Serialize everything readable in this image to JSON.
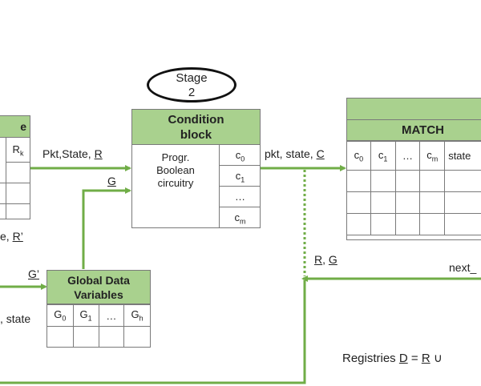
{
  "colors": {
    "accent": "#70ad47",
    "header_fill": "#a9d18e",
    "border": "#7a7a7a"
  },
  "stage": {
    "line1": "Stage",
    "line2": "2"
  },
  "condition_block": {
    "title_line1": "Condition",
    "title_line2": "block",
    "body_lines": [
      "Progr.",
      "Boolean",
      "circuitry"
    ],
    "cells": [
      {
        "base": "c",
        "sub": "0"
      },
      {
        "base": "c",
        "sub": "1"
      },
      {
        "base": "…",
        "sub": ""
      },
      {
        "base": "c",
        "sub": "m"
      }
    ]
  },
  "left_table": {
    "title_partial": "e",
    "cell": {
      "base": "R",
      "sub": "k"
    }
  },
  "labels": {
    "pkt_state_r_prefix": "Pkt,State, ",
    "pkt_state_r_var": "R",
    "g_in": "G",
    "left_bottom_prefix": "e, ",
    "left_bottom_var": "R’",
    "g_prime": "G’",
    "left_state": ", state",
    "pkt_state_c_prefix": "pkt, state, ",
    "pkt_state_c_var": "C",
    "rg_r": "R",
    "rg_sep": ", ",
    "rg_g": "G",
    "next": "next_",
    "registries_prefix": "Registries ",
    "registries_d": "D",
    "registries_eq": " = ",
    "registries_r": "R",
    "registries_union": " ∪"
  },
  "global_data": {
    "title_line1": "Global Data",
    "title_line2": "Variables",
    "cells": [
      {
        "base": "G",
        "sub": "0"
      },
      {
        "base": "G",
        "sub": "1"
      },
      {
        "base": "…",
        "sub": ""
      },
      {
        "base": "G",
        "sub": "h"
      }
    ]
  },
  "match_table": {
    "title": "MATCH",
    "columns": [
      {
        "base": "c",
        "sub": "0"
      },
      {
        "base": "c",
        "sub": "1"
      },
      {
        "base": "…",
        "sub": ""
      },
      {
        "base": "c",
        "sub": "m"
      },
      {
        "base": "state",
        "sub": ""
      }
    ]
  }
}
